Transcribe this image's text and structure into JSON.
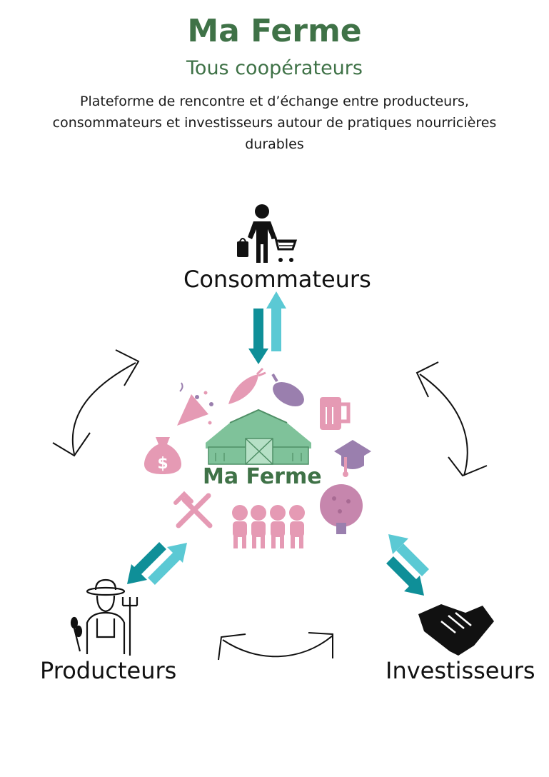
{
  "header": {
    "title": "Ma Ferme",
    "subtitle": "Tous coopérateurs",
    "description": "Plateforme de rencontre et d’échange entre producteurs, consommateurs et investisseurs autour de pratiques nourricières durables"
  },
  "nodes": {
    "consumers": "Consommateurs",
    "producers": "Producteurs",
    "investors": "Investisseurs"
  },
  "center": {
    "label": "Ma Ferme"
  },
  "colors": {
    "brand_green": "#3f7247",
    "arrow_dark_teal": "#0f8f98",
    "arrow_light_teal": "#5bc9d4",
    "icon_pink": "#e59ab4",
    "icon_purple": "#9a7fae",
    "barn_green": "#7fc29a"
  }
}
